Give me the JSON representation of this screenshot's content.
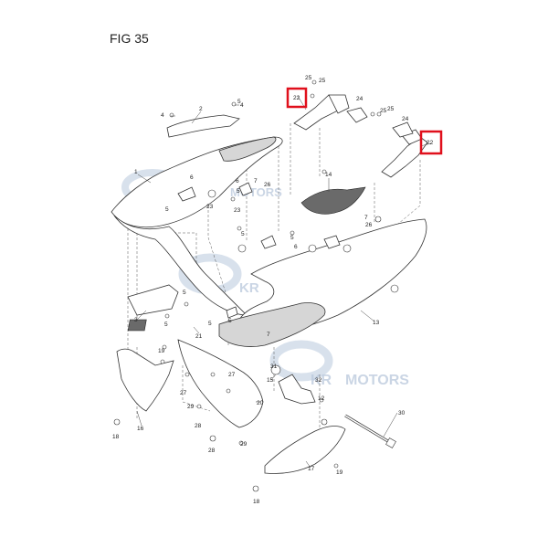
{
  "figure": {
    "title": "FIG 35"
  },
  "watermark": {
    "brand_text": "MOTORS",
    "logo_text": "KR"
  },
  "highlight_color": "#e0101c",
  "labels": {
    "p1": "1",
    "p2": "2",
    "p3": "3",
    "p4a": "4",
    "p4b": "4",
    "p5a": "5",
    "p5b": "5",
    "p5c": "5",
    "p5d": "5",
    "p5e": "5",
    "p5f": "5",
    "p5g": "5",
    "p5h": "5",
    "p5i": "5",
    "p6a": "6",
    "p6b": "6",
    "p6c": "6",
    "p7a": "7",
    "p7b": "7",
    "p7c": "7",
    "p12": "12",
    "p13": "13",
    "p14": "14",
    "p15": "15",
    "p16": "16",
    "p17": "17",
    "p18a": "18",
    "p18b": "18",
    "p19a": "19",
    "p19b": "19",
    "p20": "20",
    "p21": "21",
    "p22a": "22",
    "p22b": "22",
    "p23a": "23",
    "p23b": "23",
    "p24a": "24",
    "p24b": "24",
    "p25a": "25",
    "p25b": "25",
    "p25c": "25",
    "p25d": "25",
    "p26a": "26",
    "p26b": "26",
    "p27a": "27",
    "p27b": "27",
    "p28a": "28",
    "p28b": "28",
    "p29a": "29",
    "p29b": "29",
    "p30": "30",
    "p31": "31",
    "p32": "32"
  }
}
